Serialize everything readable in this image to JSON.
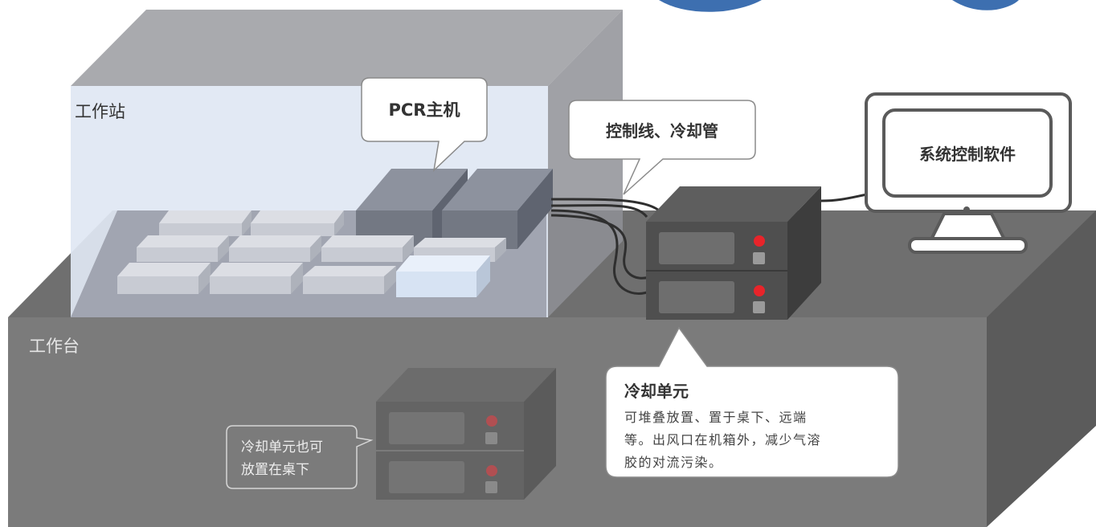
{
  "labels": {
    "workstation": "工作站",
    "pcr_host": "PCR主机",
    "control_lines": "控制线、冷却管",
    "software": "系统控制软件",
    "bench": "工作台",
    "cooling_title": "冷却单元",
    "cooling_desc": [
      "可堆叠放置、置于桌下、远端",
      "等。出风口在机箱外，减少气溶",
      "胶的对流污染。"
    ],
    "under_desk": [
      "冷却单元也可",
      "放置在桌下"
    ]
  },
  "colors": {
    "desk_top": "#6f6f6f",
    "desk_front": "#7b7b7b",
    "desk_side": "#5a5a5a",
    "glass": "#dfe7f3",
    "pcr_block": "#737883",
    "device_body": "#4f4f4f",
    "led": "#e8242a"
  }
}
